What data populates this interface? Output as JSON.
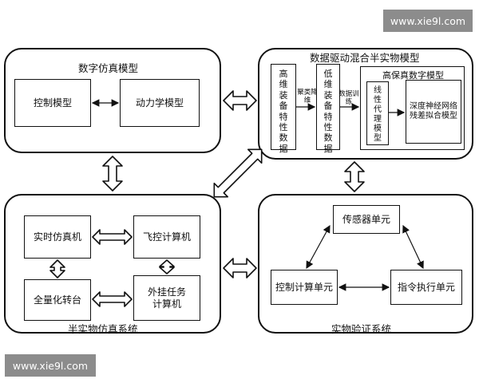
{
  "watermarks": [
    "www.xie9l.com",
    "www.xie9l.com"
  ],
  "panel_digital": {
    "title": "数字仿真模型",
    "control_model": "控制模型",
    "dynamics_model": "动力学模型"
  },
  "panel_data_driven": {
    "title": "数据驱动混合半实物模型",
    "high_dim_data": "高维装备特性数据",
    "cluster_reduce": "聚类降维",
    "low_dim_data": "低维装备特性数据",
    "data_training": "数据训练",
    "hifi_title": "高保真数字模型",
    "linear_proxy": "线性代理模型",
    "dnn_residual": "深度神经网络残差拟合模型"
  },
  "panel_hil": {
    "title": "半实物仿真系统",
    "realtime_sim": "实时仿真机",
    "flight_computer": "飞控计算机",
    "turntable": "全量化转台",
    "mission_computer": "外挂任务计算机"
  },
  "panel_physical": {
    "title": "实物验证系统",
    "sensor_unit": "传感器单元",
    "control_unit": "控制计算单元",
    "actuator_unit": "指令执行单元"
  }
}
